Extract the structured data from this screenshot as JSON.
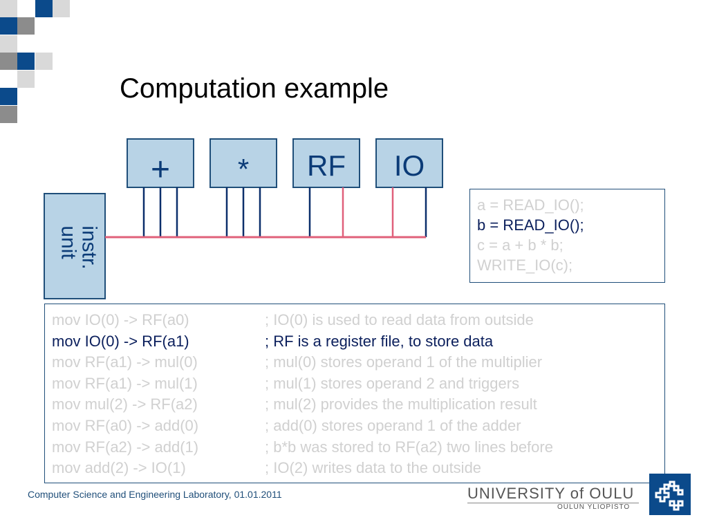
{
  "title": "Computation example",
  "diagram": {
    "units": [
      {
        "label": "+"
      },
      {
        "label": "*"
      },
      {
        "label": "RF"
      },
      {
        "label": "IO"
      }
    ],
    "instr_unit_label": "instr.\nunit",
    "colors": {
      "box_fill": "#b8d3e6",
      "box_border": "#1f4e79",
      "bus": "#e0607a",
      "wire": "#0b2f6b"
    }
  },
  "source_code": [
    {
      "text": "a = READ_IO();",
      "active": false
    },
    {
      "text": "b = READ_IO();",
      "active": true
    },
    {
      "text": "c = a + b * b;",
      "active": false
    },
    {
      "text": "WRITE_IO(c);",
      "active": false
    }
  ],
  "assembly": [
    {
      "instr": "mov IO(0) -> RF(a0)",
      "comment": "; IO(0) is used to read data from outside",
      "active": false
    },
    {
      "instr": "mov IO(0) -> RF(a1)",
      "comment": "; RF is a register file, to store data",
      "active": true
    },
    {
      "instr": "mov RF(a1) -> mul(0)",
      "comment": "; mul(0) stores operand 1 of the multiplier",
      "active": false
    },
    {
      "instr": "mov RF(a1) -> mul(1)",
      "comment": "; mul(1) stores operand 2 and triggers",
      "active": false
    },
    {
      "instr": "mov mul(2) -> RF(a2)",
      "comment": "; mul(2) provides the multiplication result",
      "active": false
    },
    {
      "instr": "mov RF(a0) -> add(0)",
      "comment": "; add(0) stores operand 1 of the adder",
      "active": false
    },
    {
      "instr": "mov RF(a2) -> add(1)",
      "comment": "; b*b was stored to RF(a2) two lines before",
      "active": false
    },
    {
      "instr": "mov add(2) -> IO(1)",
      "comment": "; IO(2) writes data to the outside",
      "active": false
    }
  ],
  "footer": {
    "text": "Computer Science and Engineering Laboratory, 01.01.2011",
    "university": "UNIVERSITY of OULU",
    "university_sub": "OULUN YLIOPISTO"
  },
  "decor_colors": {
    "navy": "#0b4a8b",
    "gray": "#8c8c8c",
    "light_gray": "#d9d9d9"
  }
}
